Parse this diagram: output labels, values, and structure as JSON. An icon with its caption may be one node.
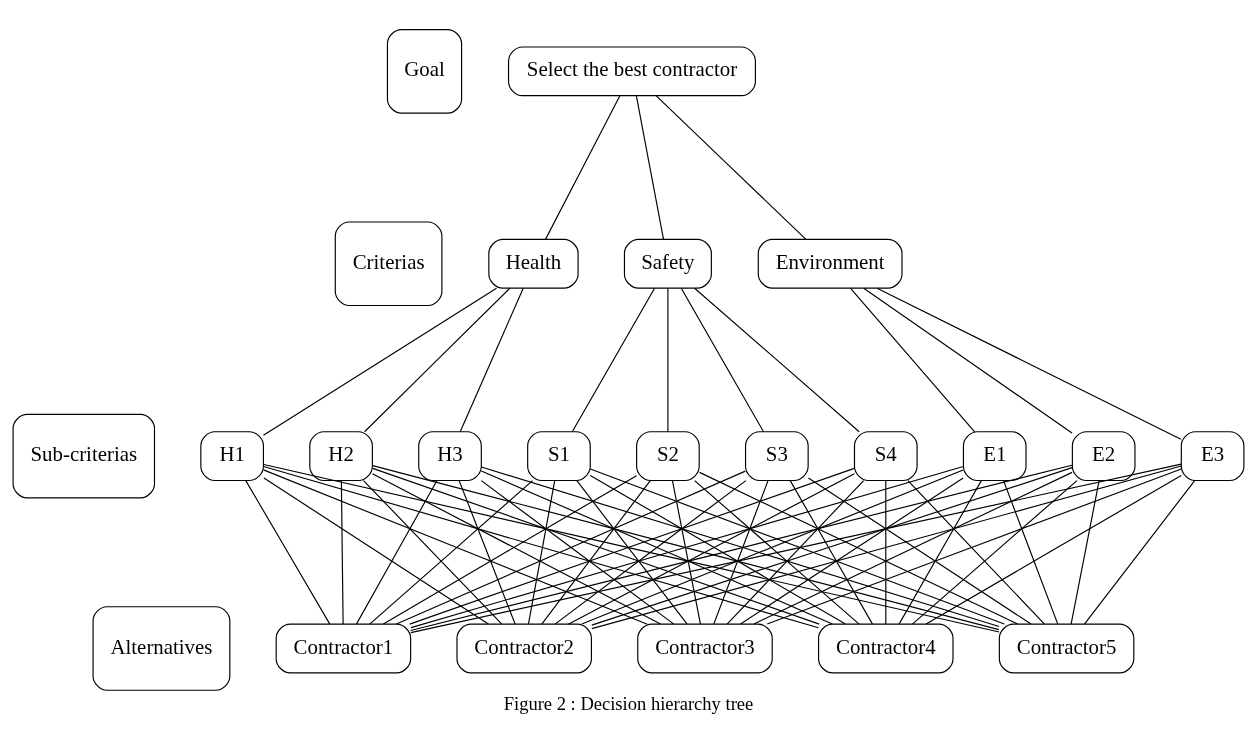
{
  "diagram": {
    "caption": "Figure 2 : Decision hierarchy tree",
    "nodes": [
      {
        "text": [
          "Goal"
        ]
      },
      {
        "text": [
          "Criterias"
        ]
      },
      {
        "text": [
          "Sub-criterias"
        ]
      },
      {
        "text": [
          "Alternatives"
        ]
      },
      {
        "text": [
          "Select the best contractor"
        ]
      },
      {
        "text": [
          "Health"
        ]
      },
      {
        "text": [
          "Safety"
        ]
      },
      {
        "text": [
          "Environment"
        ]
      },
      {
        "text": [
          "H1"
        ]
      },
      {
        "text": [
          "H2"
        ]
      },
      {
        "text": [
          "H3"
        ]
      },
      {
        "text": [
          "S1"
        ]
      },
      {
        "text": [
          "S2"
        ]
      },
      {
        "text": [
          "S3"
        ]
      },
      {
        "text": [
          "S4"
        ]
      },
      {
        "text": [
          "E1"
        ]
      },
      {
        "text": [
          "E2"
        ]
      },
      {
        "text": [
          "E3"
        ]
      },
      {
        "text": [
          "Contractor1"
        ]
      },
      {
        "text": [
          "Contractor2"
        ]
      },
      {
        "text": [
          "Contractor3"
        ]
      },
      {
        "text": [
          "Contractor4"
        ]
      },
      {
        "text": [
          "Contractor5"
        ]
      }
    ],
    "edges": [
      {
        "from": 4,
        "to": 5,
        "arrow": "none"
      },
      {
        "from": 4,
        "to": 6,
        "arrow": "none"
      },
      {
        "from": 4,
        "to": 7,
        "arrow": "none"
      },
      {
        "from": 5,
        "to": 8,
        "arrow": "none"
      },
      {
        "from": 5,
        "to": 9,
        "arrow": "none"
      },
      {
        "from": 5,
        "to": 10,
        "arrow": "none"
      },
      {
        "from": 6,
        "to": 11,
        "arrow": "none"
      },
      {
        "from": 6,
        "to": 12,
        "arrow": "none"
      },
      {
        "from": 6,
        "to": 13,
        "arrow": "none"
      },
      {
        "from": 6,
        "to": 14,
        "arrow": "none"
      },
      {
        "from": 7,
        "to": 15,
        "arrow": "none"
      },
      {
        "from": 7,
        "to": 16,
        "arrow": "none"
      },
      {
        "from": 7,
        "to": 17,
        "arrow": "none"
      },
      {
        "from": 8,
        "to": 18,
        "arrow": "none"
      },
      {
        "from": 8,
        "to": 19,
        "arrow": "none"
      },
      {
        "from": 8,
        "to": 20,
        "arrow": "none"
      },
      {
        "from": 8,
        "to": 21,
        "arrow": "none"
      },
      {
        "from": 8,
        "to": 22,
        "arrow": "none"
      },
      {
        "from": 9,
        "to": 18,
        "arrow": "none"
      },
      {
        "from": 9,
        "to": 19,
        "arrow": "none"
      },
      {
        "from": 9,
        "to": 20,
        "arrow": "none"
      },
      {
        "from": 9,
        "to": 21,
        "arrow": "none"
      },
      {
        "from": 9,
        "to": 22,
        "arrow": "none"
      },
      {
        "from": 10,
        "to": 18,
        "arrow": "none"
      },
      {
        "from": 10,
        "to": 19,
        "arrow": "none"
      },
      {
        "from": 10,
        "to": 20,
        "arrow": "none"
      },
      {
        "from": 10,
        "to": 21,
        "arrow": "none"
      },
      {
        "from": 10,
        "to": 22,
        "arrow": "none"
      },
      {
        "from": 11,
        "to": 18,
        "arrow": "none"
      },
      {
        "from": 11,
        "to": 19,
        "arrow": "none"
      },
      {
        "from": 11,
        "to": 20,
        "arrow": "none"
      },
      {
        "from": 11,
        "to": 21,
        "arrow": "none"
      },
      {
        "from": 11,
        "to": 22,
        "arrow": "none"
      },
      {
        "from": 12,
        "to": 18,
        "arrow": "none"
      },
      {
        "from": 12,
        "to": 19,
        "arrow": "none"
      },
      {
        "from": 12,
        "to": 20,
        "arrow": "none"
      },
      {
        "from": 12,
        "to": 21,
        "arrow": "none"
      },
      {
        "from": 12,
        "to": 22,
        "arrow": "none"
      },
      {
        "from": 13,
        "to": 18,
        "arrow": "none"
      },
      {
        "from": 13,
        "to": 19,
        "arrow": "none"
      },
      {
        "from": 13,
        "to": 20,
        "arrow": "none"
      },
      {
        "from": 13,
        "to": 21,
        "arrow": "none"
      },
      {
        "from": 13,
        "to": 22,
        "arrow": "none"
      },
      {
        "from": 14,
        "to": 18,
        "arrow": "none"
      },
      {
        "from": 14,
        "to": 19,
        "arrow": "none"
      },
      {
        "from": 14,
        "to": 20,
        "arrow": "none"
      },
      {
        "from": 14,
        "to": 21,
        "arrow": "none"
      },
      {
        "from": 14,
        "to": 22,
        "arrow": "none"
      },
      {
        "from": 15,
        "to": 18,
        "arrow": "none"
      },
      {
        "from": 15,
        "to": 19,
        "arrow": "none"
      },
      {
        "from": 15,
        "to": 20,
        "arrow": "none"
      },
      {
        "from": 15,
        "to": 21,
        "arrow": "none"
      },
      {
        "from": 15,
        "to": 22,
        "arrow": "none"
      },
      {
        "from": 16,
        "to": 18,
        "arrow": "none"
      },
      {
        "from": 16,
        "to": 19,
        "arrow": "none"
      },
      {
        "from": 16,
        "to": 20,
        "arrow": "none"
      },
      {
        "from": 16,
        "to": 21,
        "arrow": "none"
      },
      {
        "from": 16,
        "to": 22,
        "arrow": "none"
      },
      {
        "from": 17,
        "to": 18,
        "arrow": "none"
      },
      {
        "from": 17,
        "to": 19,
        "arrow": "none"
      },
      {
        "from": 17,
        "to": 20,
        "arrow": "none"
      },
      {
        "from": 17,
        "to": 21,
        "arrow": "none"
      },
      {
        "from": 17,
        "to": 22,
        "arrow": "none"
      }
    ]
  }
}
